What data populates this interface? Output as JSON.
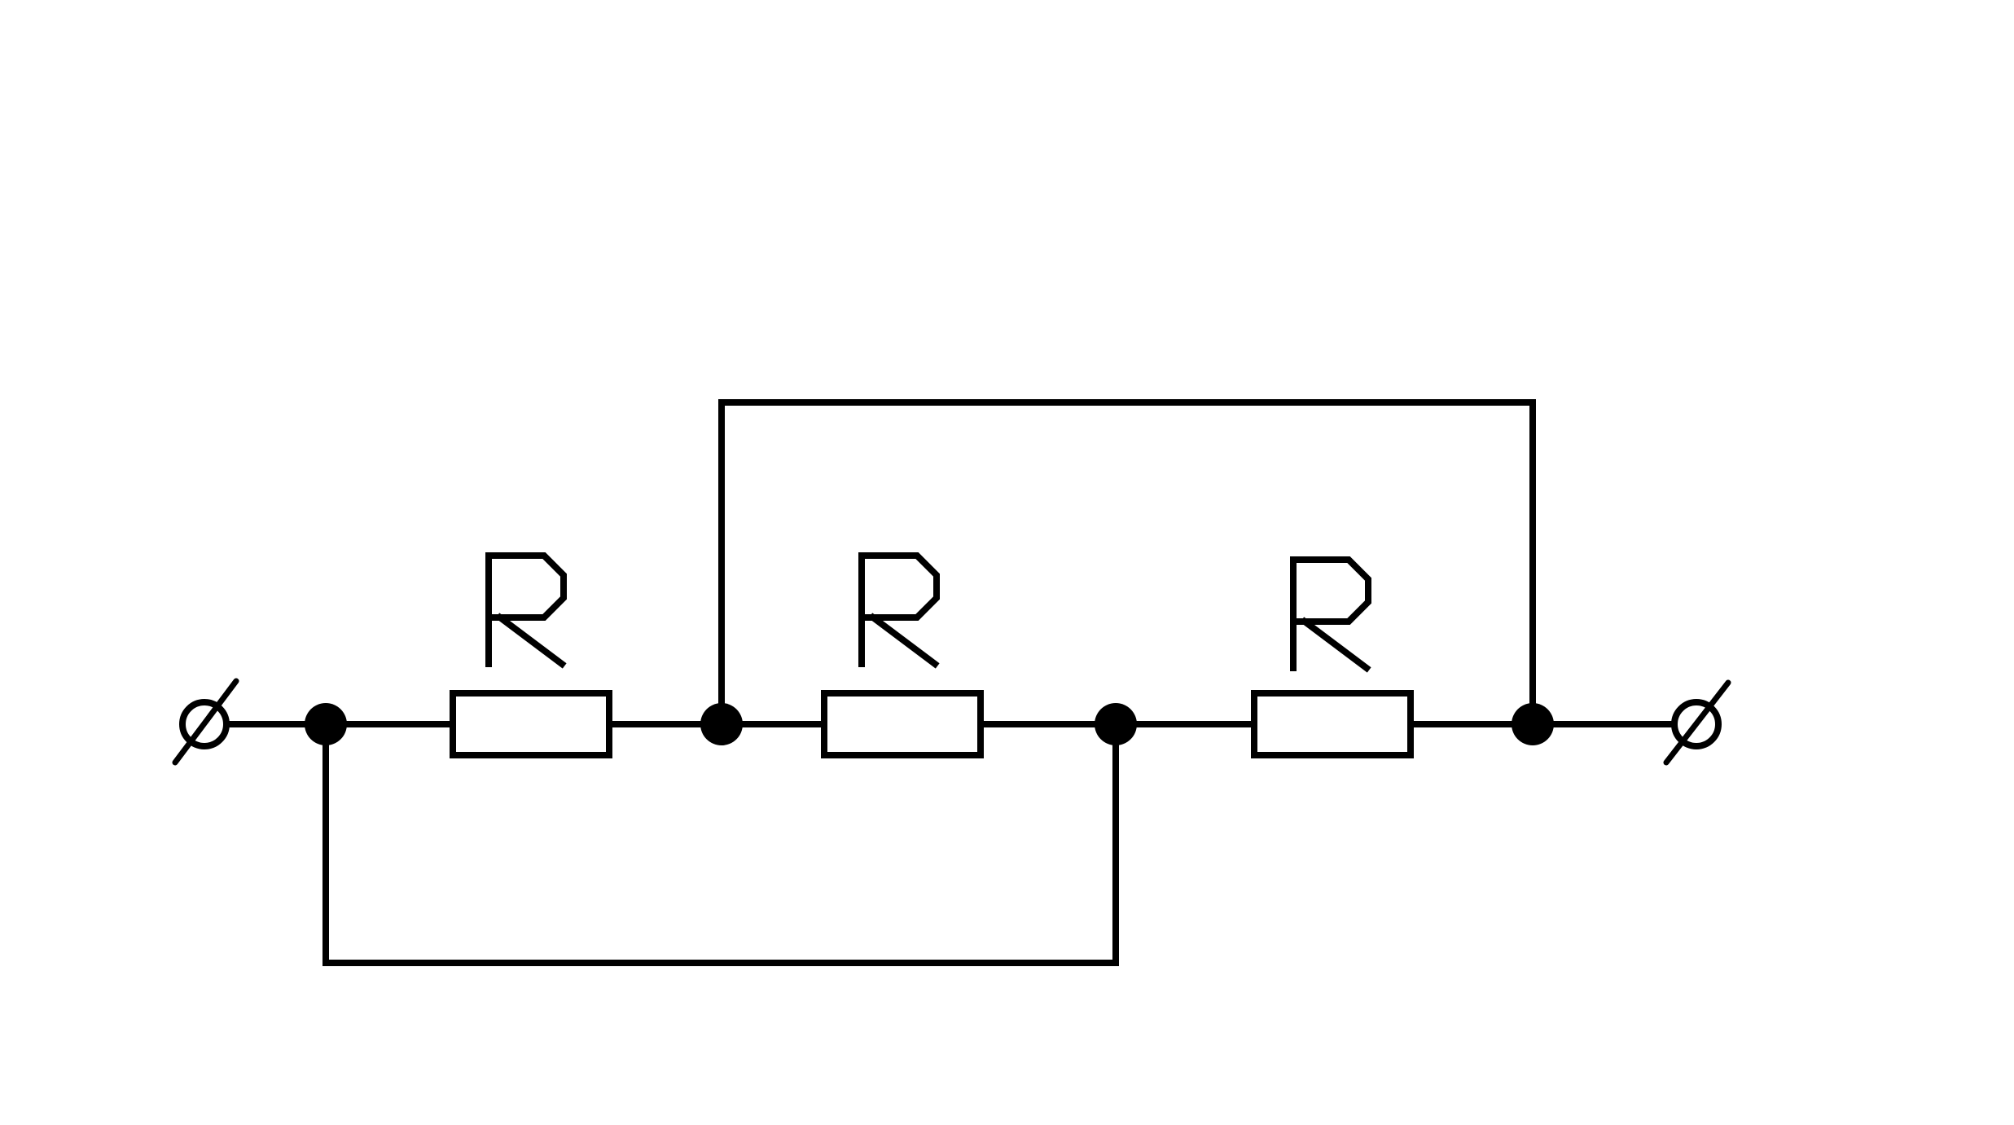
{
  "diagram": {
    "type": "circuit-schematic",
    "resistors": [
      {
        "id": "r1",
        "label": "R"
      },
      {
        "id": "r2",
        "label": "R"
      },
      {
        "id": "r3",
        "label": "R"
      }
    ],
    "nodes": [
      "n1",
      "n2",
      "n3",
      "n4"
    ],
    "terminals": [
      "left-terminal",
      "right-terminal"
    ],
    "connections": [
      [
        "left-terminal",
        "n1"
      ],
      [
        "n1",
        "r1"
      ],
      [
        "r1",
        "n2"
      ],
      [
        "n2",
        "r2"
      ],
      [
        "r2",
        "n3"
      ],
      [
        "n3",
        "r3"
      ],
      [
        "r3",
        "n4"
      ],
      [
        "n4",
        "right-terminal"
      ],
      [
        "n1",
        "n3"
      ],
      [
        "n2",
        "n4"
      ]
    ],
    "colors": {
      "line": "#000000",
      "background": "#ffffff"
    }
  }
}
